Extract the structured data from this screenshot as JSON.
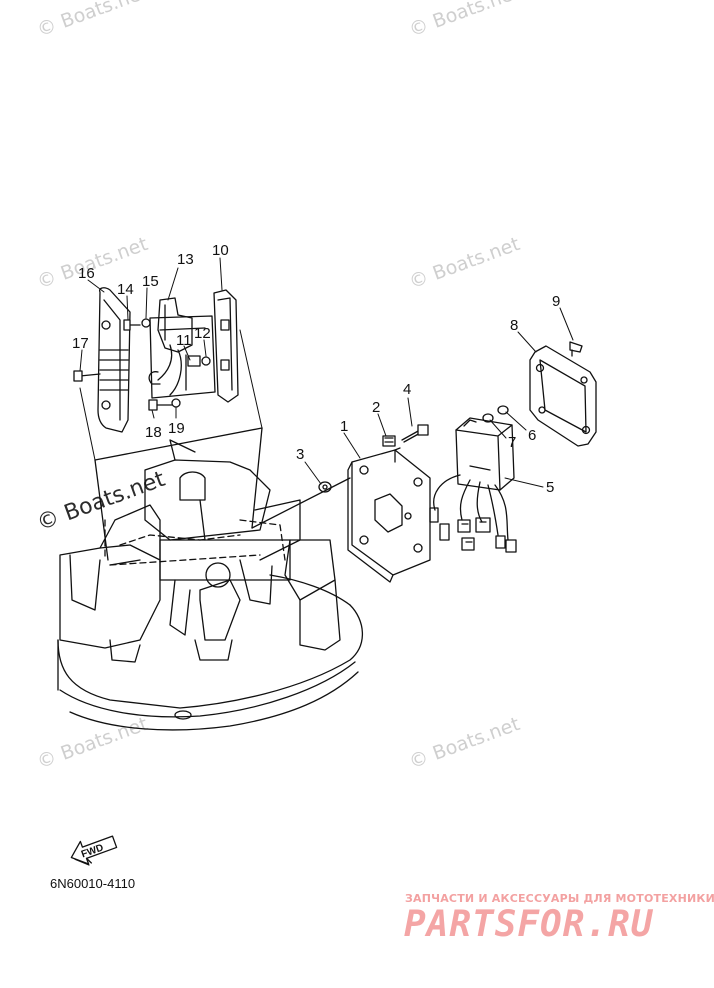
{
  "watermark": "© Boats.net",
  "part_numbers": [
    "1",
    "2",
    "3",
    "4",
    "5",
    "6",
    "7",
    "8",
    "9",
    "10",
    "11",
    "12",
    "13",
    "14",
    "15",
    "16",
    "17",
    "18",
    "19"
  ],
  "fwd_label": "FWD",
  "diagram_code": "6N60010-4110",
  "brand": {
    "tagline": "ЗАПЧАСТИ И АКСЕССУАРЫ ДЛЯ МОТОТЕХНИКИ",
    "name": "PARTSFOR.RU"
  }
}
